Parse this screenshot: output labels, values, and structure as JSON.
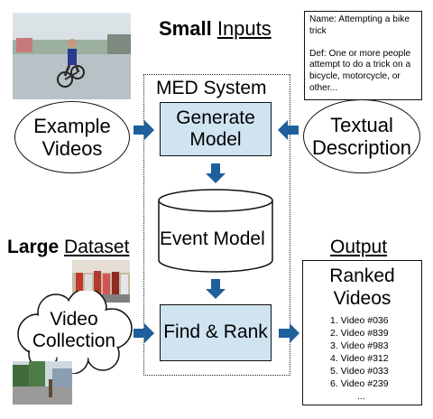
{
  "top": {
    "small_bold": "Small",
    "small_rest": "Inputs"
  },
  "med_system": {
    "title": "MED System",
    "generate": "Generate\nModel",
    "event_model": "Event Model",
    "find_rank": "Find & Rank"
  },
  "inputs": {
    "example_videos": "Example\nVideos",
    "textual_description": "Textual\nDescription"
  },
  "description_box": {
    "name_line": "Name: Attempting a bike trick",
    "def_line": "Def: One or more people attempt to do a trick on a bicycle, motorcycle, or other..."
  },
  "dataset": {
    "large_bold": "Large",
    "large_rest": "Dataset",
    "video_collection": "Video\nCollection"
  },
  "output": {
    "label": "Output",
    "ranked_title": "Ranked\nVideos",
    "items": [
      "1. Video #036",
      "2. Video #839",
      "3. Video #983",
      "4. Video #312",
      "5. Video #033",
      "6. Video #239"
    ],
    "more": "..."
  },
  "colors": {
    "box_fill": "#cfe3f1",
    "arrow": "#1e5f9c"
  },
  "icons": {
    "arrow": "arrow-right-icon"
  }
}
